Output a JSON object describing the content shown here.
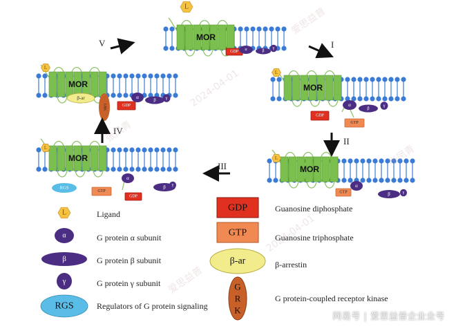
{
  "colors": {
    "membrane_head": "#3a7bd5",
    "mor_block": "#7bbf4e",
    "gdp": "#e03020",
    "gtp": "#f08a52",
    "alpha": "#4b2e83",
    "beta_ar": "#f3ec8c",
    "grk": "#c8602a",
    "rgs": "#59bde8",
    "ligand": "#f5c242"
  },
  "diagram": {
    "mor_label": "MOR",
    "ligand_label": "L",
    "gdp_label": "GDP",
    "gtp_label": "GTP",
    "alpha_label": "α",
    "beta_label": "β",
    "gamma_label": "γ",
    "beta_ar_label": "β-ar",
    "grk_label": "GRK",
    "rgs_label": "RGS",
    "steps": [
      "I",
      "II",
      "III",
      "IV",
      "V"
    ]
  },
  "legend": {
    "left": [
      {
        "symbol": "L",
        "label": "Ligand"
      },
      {
        "symbol": "α",
        "label": "G protein α subunit"
      },
      {
        "symbol": "β",
        "label": "G protein β subunit"
      },
      {
        "symbol": "γ",
        "label": "G protein γ subunit"
      },
      {
        "symbol": "RGS",
        "label": "Regulators of G protein signaling"
      }
    ],
    "right": [
      {
        "symbol": "GDP",
        "label": "Guanosine diphosphate"
      },
      {
        "symbol": "GTP",
        "label": "Guanosine triphosphate"
      },
      {
        "symbol": "β-ar",
        "label": "β-arrestin"
      },
      {
        "symbol": "GRK",
        "label": "G protein-coupled receptor kinase"
      }
    ]
  },
  "watermarks": [
    "爱思益普",
    "张凤青",
    "2024-04-01"
  ],
  "footer": "网易号 | 爱思益普企业业号"
}
